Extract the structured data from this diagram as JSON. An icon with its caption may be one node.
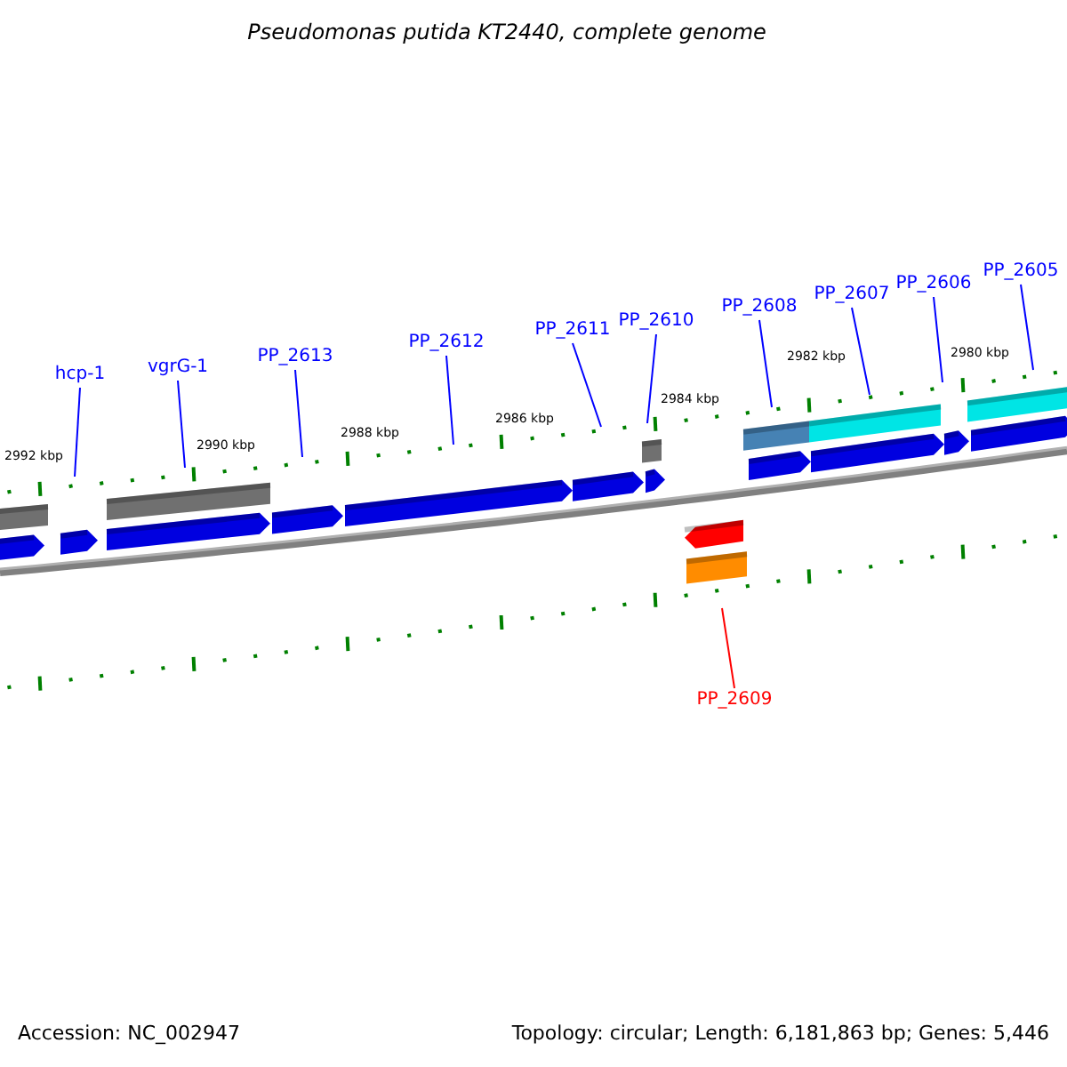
{
  "diagram": {
    "title": "Pseudomonas putida KT2440, complete genome",
    "nodes": [
      {
        "text": [
          "hcp-1"
        ]
      },
      {
        "text": [
          "vgrG-1"
        ]
      },
      {
        "text": [
          "PP_2613"
        ]
      },
      {
        "text": [
          "PP_2612"
        ]
      },
      {
        "text": [
          "PP_2611"
        ]
      },
      {
        "text": [
          "PP_2610"
        ]
      },
      {
        "text": [
          "PP_2608"
        ]
      },
      {
        "text": [
          "PP_2607"
        ]
      },
      {
        "text": [
          "PP_2606"
        ]
      },
      {
        "text": [
          "PP_2605"
        ]
      },
      {
        "text": [
          "PP_2609"
        ]
      }
    ],
    "edges": [
      {
        "from": 0,
        "to": null,
        "arrow": "none"
      },
      {
        "from": 1,
        "to": null,
        "arrow": "none"
      },
      {
        "from": 2,
        "to": null,
        "arrow": "none"
      },
      {
        "from": 3,
        "to": null,
        "arrow": "none"
      },
      {
        "from": 4,
        "to": null,
        "arrow": "none"
      },
      {
        "from": 5,
        "to": null,
        "arrow": "none"
      },
      {
        "from": 6,
        "to": null,
        "arrow": "none"
      },
      {
        "from": 7,
        "to": null,
        "arrow": "none"
      },
      {
        "from": 8,
        "to": null,
        "arrow": "none"
      },
      {
        "from": 9,
        "to": null,
        "arrow": "none"
      },
      {
        "from": 10,
        "to": null,
        "arrow": "none",
        "color": "#ff0000"
      }
    ],
    "labels": [
      "2992 kbp",
      "2990 kbp",
      "2988 kbp",
      "2986 kbp",
      "2984 kbp",
      "2982 kbp",
      "2980 kbp",
      "Accession: NC_002947",
      "Topology: circular; Length: 6,181,863 bp; Genes: 5,446"
    ]
  }
}
